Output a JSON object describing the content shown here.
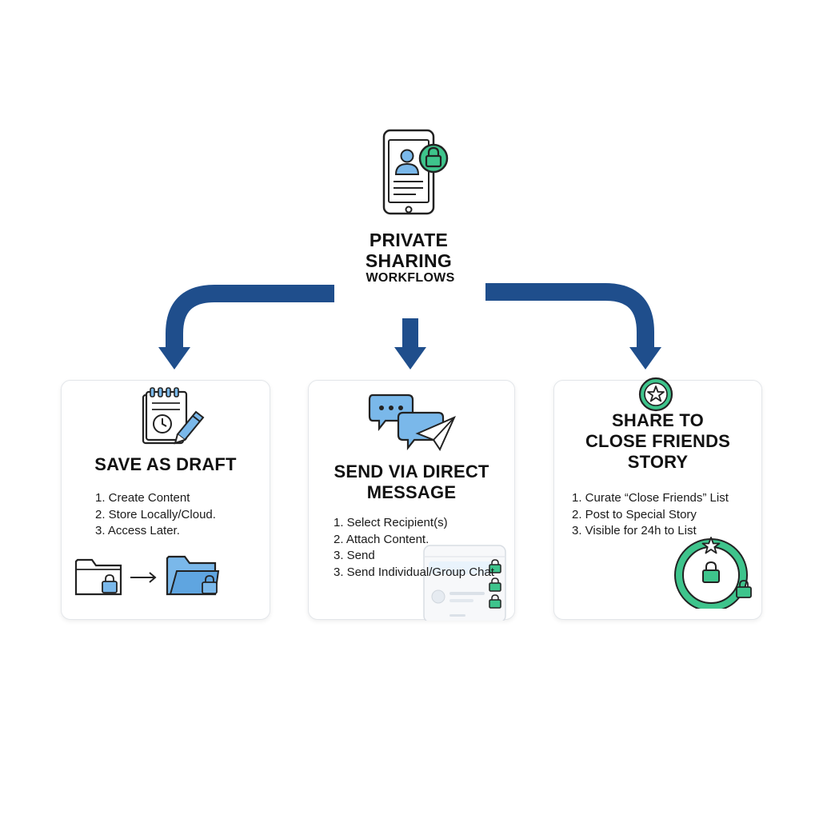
{
  "hub": {
    "title_line1": "PRIVATE",
    "title_line2": "SHARING",
    "subtitle": "WORKFLOWS",
    "icon": "smartphone-user-lock-icon"
  },
  "colors": {
    "arrow": "#1f4e8c",
    "accent_blue": "#7ab8ea",
    "accent_green": "#3ec48c",
    "outline": "#222222",
    "card_border": "#e3e6ea"
  },
  "workflows": [
    {
      "title": "SAVE AS DRAFT",
      "icon": "notepad-clock-pencil-icon",
      "steps": [
        "1. Create Content",
        "2. Store Locally/Cloud.",
        "3. Access Later."
      ],
      "illustration": "folder-lock-to-folder-lock-icon"
    },
    {
      "title_line1": "SEND VIA DIRECT",
      "title_line2": "MESSAGE",
      "icon": "chat-bubbles-paper-plane-icon",
      "steps": [
        "1. Select Recipient(s)",
        "2. Attach Content.",
        "3. Send",
        "3. Send Individual/Group Chat"
      ],
      "illustration": "chat-list-lock-icon"
    },
    {
      "title_line1": "SHARE TO",
      "title_line2": "CLOSE FRIENDS",
      "title_line3": "STORY",
      "icon": "star-badge-icon",
      "steps": [
        "1. Curate “Close Friends” List",
        "2. Post to Special Story",
        "3. Visible for 24h to List"
      ],
      "illustration": "story-ring-lock-icon"
    }
  ]
}
